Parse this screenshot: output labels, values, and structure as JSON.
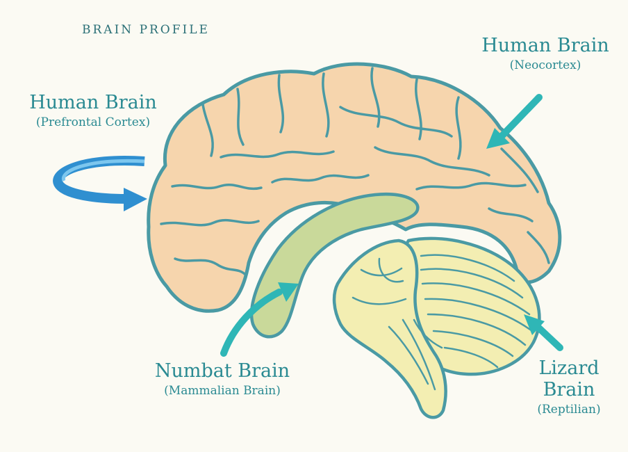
{
  "heading": "BRAIN PROFILE",
  "labels": {
    "prefrontal": {
      "title": "Human Brain",
      "subtitle": "(Prefrontal Cortex)"
    },
    "neocortex": {
      "title": "Human Brain",
      "subtitle": "(Neocortex)"
    },
    "mammalian": {
      "title": "Numbat Brain",
      "subtitle": "(Mammalian Brain)"
    },
    "reptilian": {
      "title_line1": "Lizard",
      "title_line2": "Brain",
      "subtitle": "(Reptilian)"
    }
  },
  "colors": {
    "outline": "#4a9aa4",
    "cortex_fill": "#f6d5ad",
    "limbic_fill": "#c9d99a",
    "brainstem_fill": "#f3eeb2",
    "arrow_teal": "#2fb6b6",
    "arrow_blue": "#2f8fd0",
    "text": "#2a8a92"
  },
  "icons": {
    "prefrontal_arrow": "curved-arrow-icon",
    "neocortex_arrow": "arrow-icon",
    "mammalian_arrow": "arrow-icon",
    "reptilian_arrow": "arrow-icon"
  }
}
